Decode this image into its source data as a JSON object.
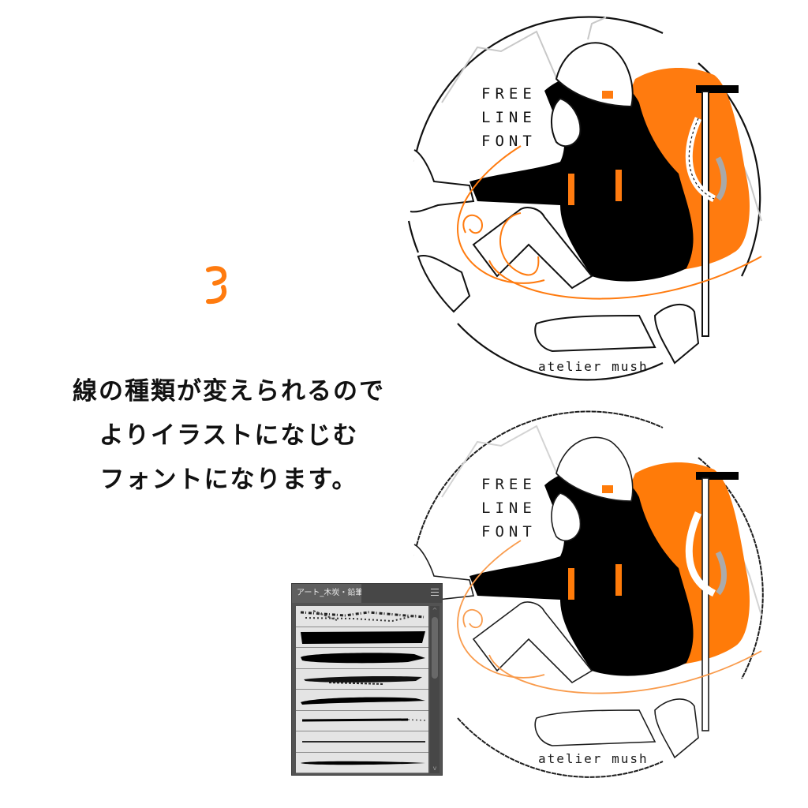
{
  "step": {
    "number": "3",
    "color": "#ff7b0f"
  },
  "caption": {
    "lines": [
      "線の種類が変えられるので",
      "よりイラストになじむ",
      "フォントになります。"
    ]
  },
  "illustration_top": {
    "title_lines": [
      "FREE",
      "LINE",
      "FONT"
    ],
    "signature": "atelier mush",
    "style": "clean vector lines",
    "colors": {
      "accent": "#ff7b0f",
      "ink": "#000000",
      "mountain": "#c8c8c8",
      "strap": "#a9a9a9"
    }
  },
  "illustration_bottom": {
    "title_lines": [
      "FREE",
      "LINE",
      "FONT"
    ],
    "signature": "atelier mush",
    "style": "charcoal / pencil brush lines"
  },
  "brush_panel": {
    "tab_label": "アート_木炭・鉛筆",
    "menu_icon": "hamburger-menu-icon",
    "brushes": [
      {
        "name": "charcoal-scatter"
      },
      {
        "name": "charcoal-thick-flat"
      },
      {
        "name": "charcoal-thick-taper"
      },
      {
        "name": "charcoal-rough"
      },
      {
        "name": "charcoal-medium"
      },
      {
        "name": "pencil-thin-fade"
      },
      {
        "name": "pencil-fine"
      },
      {
        "name": "pencil-taper"
      }
    ],
    "scroll_up_icon": "^",
    "scroll_down_icon": "v",
    "colors": {
      "panel_bg": "#535353",
      "item_bg": "#e4e4e4"
    }
  }
}
